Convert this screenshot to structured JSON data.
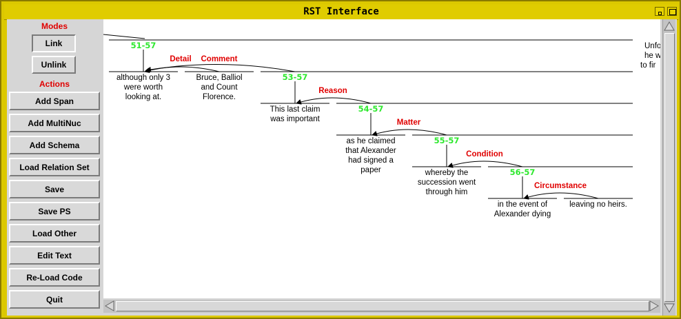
{
  "window": {
    "title": "RST Interface"
  },
  "left_panel": {
    "modes_heading": "Modes",
    "modes": [
      {
        "label": "Link",
        "active": true
      },
      {
        "label": "Unlink",
        "active": false
      }
    ],
    "actions_heading": "Actions",
    "actions": [
      "Add Span",
      "Add MultiNuc",
      "Add Schema",
      "Load Relation Set",
      "Save",
      "Save PS",
      "Load Other",
      "Edit Text",
      "Re-Load Code",
      "Quit"
    ]
  },
  "diagram": {
    "spans": [
      "51-57",
      "53-57",
      "54-57",
      "55-57",
      "56-57"
    ],
    "relations": [
      "Detail",
      "Comment",
      "Reason",
      "Matter",
      "Condition",
      "Circumstance"
    ],
    "segments": {
      "seg_a": [
        "although only 3",
        "were worth",
        "looking at."
      ],
      "seg_b": [
        "Bruce, Balliol",
        "and Count",
        "Florence."
      ],
      "seg_c": [
        "This last claim",
        "was important"
      ],
      "seg_d": [
        "as he claimed",
        "that Alexander",
        "had signed a",
        "paper"
      ],
      "seg_e": [
        "whereby the",
        "succession went",
        "through him"
      ],
      "seg_f": [
        "in the event of",
        "Alexander dying"
      ],
      "seg_g": [
        "leaving no heirs."
      ],
      "seg_edge": [
        "Unfo",
        "he w",
        "to fir"
      ]
    }
  },
  "colors": {
    "span_label": "#2ee82e",
    "relation_label": "#e00000",
    "titlebar": "#e0cc00"
  }
}
